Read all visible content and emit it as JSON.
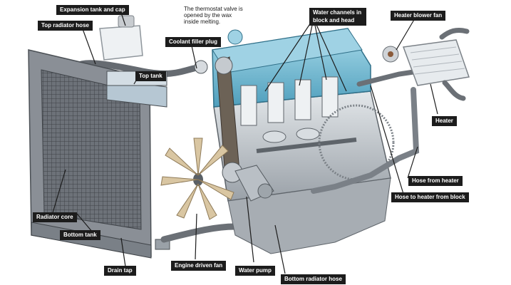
{
  "labels": {
    "expansion_tank": "Expansion tank and cap",
    "top_radiator_hose": "Top radiator hose",
    "coolant_filler_plug": "Coolant filler plug",
    "water_channels": "Water channels in block and head",
    "heater_blower_fan": "Heater blower fan",
    "top_tank": "Top tank",
    "heater": "Heater",
    "hose_from_heater": "Hose from heater",
    "hose_to_heater": "Hose to heater from block",
    "radiator_core": "Radiator core",
    "bottom_tank": "Bottom tank",
    "drain_tap": "Drain tap",
    "engine_fan": "Engine driven fan",
    "water_pump": "Water pump",
    "bottom_radiator_hose": "Bottom radiator hose"
  },
  "note": "The thermostat valve is opened by the wax inside melting.",
  "colors": {
    "label_bg": "#1c1c1c",
    "engine_head": "#7cc0d6",
    "radiator": "#8a8f96",
    "metal": "#c9ced4"
  }
}
